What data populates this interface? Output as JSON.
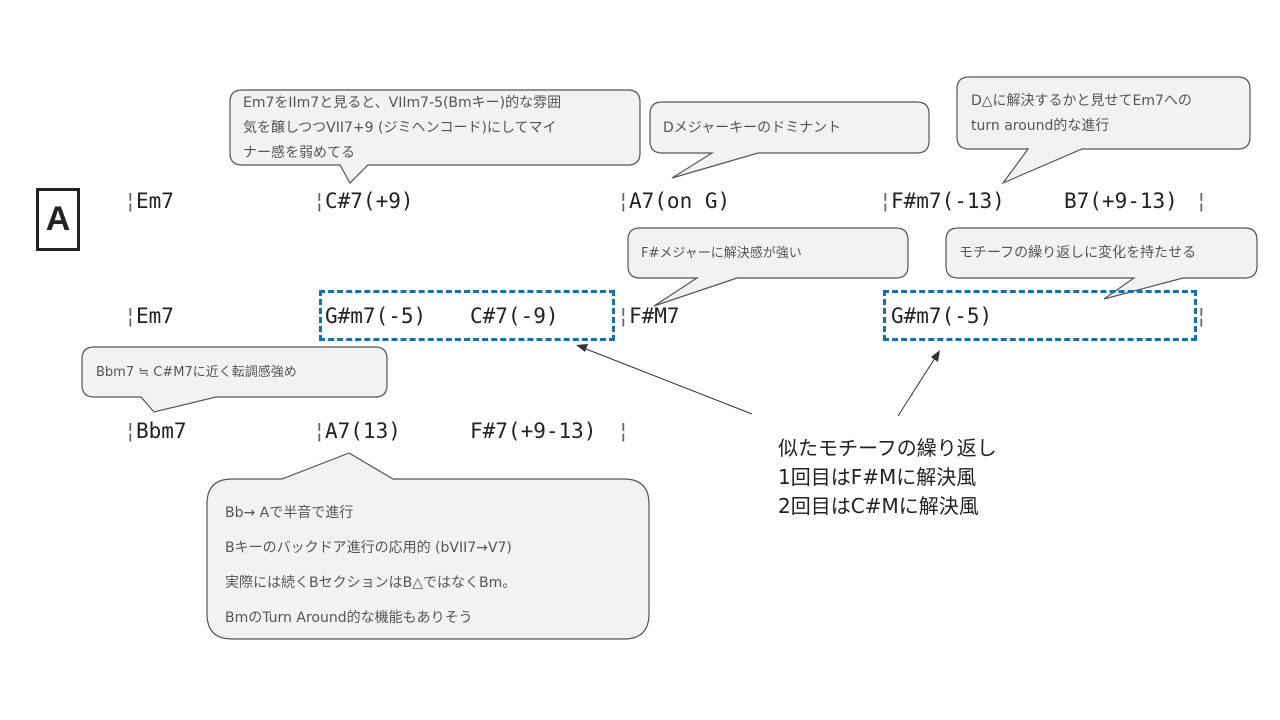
{
  "section_label": "A",
  "rows": [
    {
      "bars": [
        {
          "chord": "Em7"
        },
        {
          "chord": "C#7(+9)"
        },
        {
          "chord": "A7(on G)"
        },
        {
          "chord": "F#m7(-13)",
          "chord2": "B7(+9-13)"
        }
      ]
    },
    {
      "bars": [
        {
          "chord": "Em7"
        },
        {
          "chord": "G#m7(-5)",
          "chord2": "C#7(-9)"
        },
        {
          "chord": "F#M7"
        },
        {
          "chord": "G#m7(-5)"
        }
      ]
    },
    {
      "bars": [
        {
          "chord": "Bbm7"
        },
        {
          "chord": "A7(13)",
          "chord2": "F#7(+9-13)"
        }
      ]
    }
  ],
  "callouts": {
    "em7_c7": [
      "Em7をIIm7と見ると、VIIm7-5(Bmキー)的な雰囲",
      "気を醸しつつVII7+9 (ジミヘンコード)にしてマイ",
      "ナー感を弱めてる"
    ],
    "d_major_dominant": "Dメジャーキーのドミナント",
    "d_triangle": [
      "D△に解決するかと見せてEm7への",
      "turn around的な進行"
    ],
    "fsharp_major": "F#メジャーに解決感が強い",
    "motif_change": "モチーフの繰り返しに変化を持たせる",
    "bbm7": "Bbm7 ≒ C#M7に近く転調感強め",
    "bottom": [
      "Bb→ Aで半音で進行",
      "Bキーのバックドア進行の応用的 (bVII7→V7)",
      "実際には続くBセクションはB△ではなくBm。",
      "BmのTurn Around的な機能もありそう"
    ]
  },
  "note": [
    "似たモチーフの繰り返し",
    "1回目はF#Mに解決風",
    "2回目はC#Mに解決風"
  ],
  "colors": {
    "dash_box": "#1a6fa6",
    "callout_fill": "#f2f2f2",
    "callout_stroke": "#555555"
  }
}
